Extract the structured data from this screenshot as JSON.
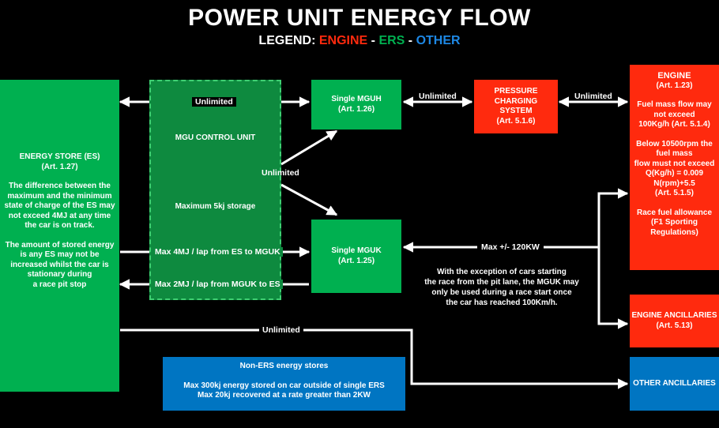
{
  "title": "POWER UNIT ENERGY FLOW",
  "legend": {
    "prefix": "LEGEND: ",
    "engine": "ENGINE",
    "sep1": " - ",
    "ers": "ERS",
    "sep2": " - ",
    "other": "OTHER",
    "colors": {
      "engine": "#ff2a0e",
      "ers": "#00b050",
      "other": "#1e88e5"
    }
  },
  "energy_store": {
    "title": "ENERGY STORE (ES)",
    "ref": "(Art. 1.27)",
    "para1": [
      "The difference between the",
      "maximum and the minimum",
      "state of charge of the ES may",
      "not exceed 4MJ at any time",
      "the car is on track."
    ],
    "para2": [
      "The amount of stored energy",
      "is any ES may not be",
      "increased whilst the car is",
      "stationary during",
      "a race pit stop"
    ]
  },
  "mgu_control": {
    "title": "MGU CONTROL UNIT",
    "storage": "Maximum 5kj storage"
  },
  "mguh": {
    "title": "Single MGUH",
    "ref": "(Art. 1.26)"
  },
  "mguk": {
    "title": "Single MGUK",
    "ref": "(Art. 1.25)"
  },
  "pressure": {
    "lines": [
      "PRESSURE",
      "CHARGING",
      "SYSTEM",
      "(Art. 5.1.6)"
    ]
  },
  "engine": {
    "title": "ENGINE",
    "ref": "(Art. 1.23)",
    "p1": [
      "Fuel mass flow may",
      "not exceed",
      "100Kg/h (Art. 5.1.4)"
    ],
    "p2": [
      "Below 10500rpm the",
      "fuel mass",
      "flow must not exceed",
      "Q(Kg/h) = 0.009",
      "N(rpm)+5.5",
      "(Art. 5.1.5)"
    ],
    "p3": [
      "Race fuel allowance",
      "(F1 Sporting",
      "Regulations)"
    ]
  },
  "engine_ancillaries": {
    "title": "ENGINE ANCILLARIES",
    "ref": "(Art. 5.13)"
  },
  "other_ancillaries": {
    "title": "OTHER ANCILLARIES"
  },
  "non_ers": {
    "title": "Non-ERS energy stores",
    "line1": "Max 300kj energy stored on car outside of single ERS",
    "line2": "Max 20kj recovered at a rate greater than 2KW"
  },
  "labels": {
    "es_mguh": "Unlimited",
    "mguh_pressure": "Unlimited",
    "pressure_engine": "Unlimited",
    "mgu_cross": "Unlimited",
    "es_to_mguk": "Max 4MJ / lap from ES to MGUK",
    "mguk_to_es": "Max 2MJ / lap from MGUK to ES",
    "mguk_power": "Max +/- 120KW",
    "es_other": "Unlimited"
  },
  "mguk_note": [
    "With the exception of cars starting",
    "the race from the pit lane, the MGUK may",
    "only be used during a race start once",
    "the car  has reached 100Km/h."
  ]
}
